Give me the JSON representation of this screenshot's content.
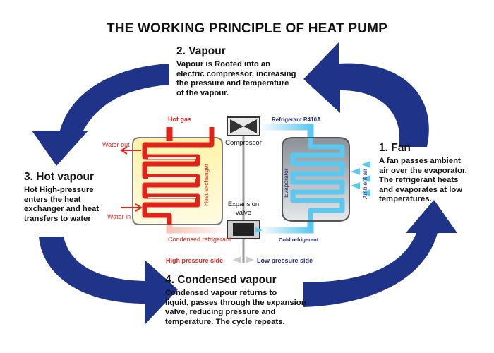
{
  "title": "THE WORKING PRINCIPLE OF HEAT PUMP",
  "steps": {
    "vapour": {
      "heading": "2. Vapour",
      "body": [
        "Vapour is Rooted into an",
        "electric compressor, increasing",
        "the pressure and temperature",
        "of the vapour."
      ]
    },
    "fan": {
      "heading": "1. Fan",
      "body": [
        "A fan passes ambient",
        "air over the evaporator.",
        "The refrigerant heats",
        "and evaporates at low",
        "temperatures."
      ]
    },
    "hot_vapour": {
      "heading": "3. Hot vapour",
      "body": [
        "Hot High-pressure",
        "enters the heat",
        "exchanger and heat",
        "transfers to water"
      ]
    },
    "condensed": {
      "heading": "4. Condensed vapour",
      "body": [
        "Condensed vapour returns to",
        "liquid, passes through the expansion",
        "valve, reducing pressure and",
        "temperature. The cycle repeats."
      ]
    }
  },
  "diagram_labels": {
    "hot_gas": "Hot gas",
    "refrigerant": "Refrigerant  R410A",
    "compressor": "Compressor",
    "water_out": "Water out",
    "water_in": "Water in",
    "heat_exchanger": "Heat exchanger",
    "evaporator": "Evaporator",
    "ambient_air": "Ambient air",
    "expansion_valve": [
      "Expansion",
      "valve"
    ],
    "condensed_refrigerant": "Condensed refrigerant",
    "cold_refrigerant": "Cold refrigerant",
    "high_pressure_side": "High pressure side",
    "low_pressure_side": "Low pressure side"
  },
  "colors": {
    "arrow_navy": "#1f3488",
    "hot_red": "#e2231a",
    "cold_cyan": "#5bc8ef",
    "pipe_blue": "#24307a"
  }
}
